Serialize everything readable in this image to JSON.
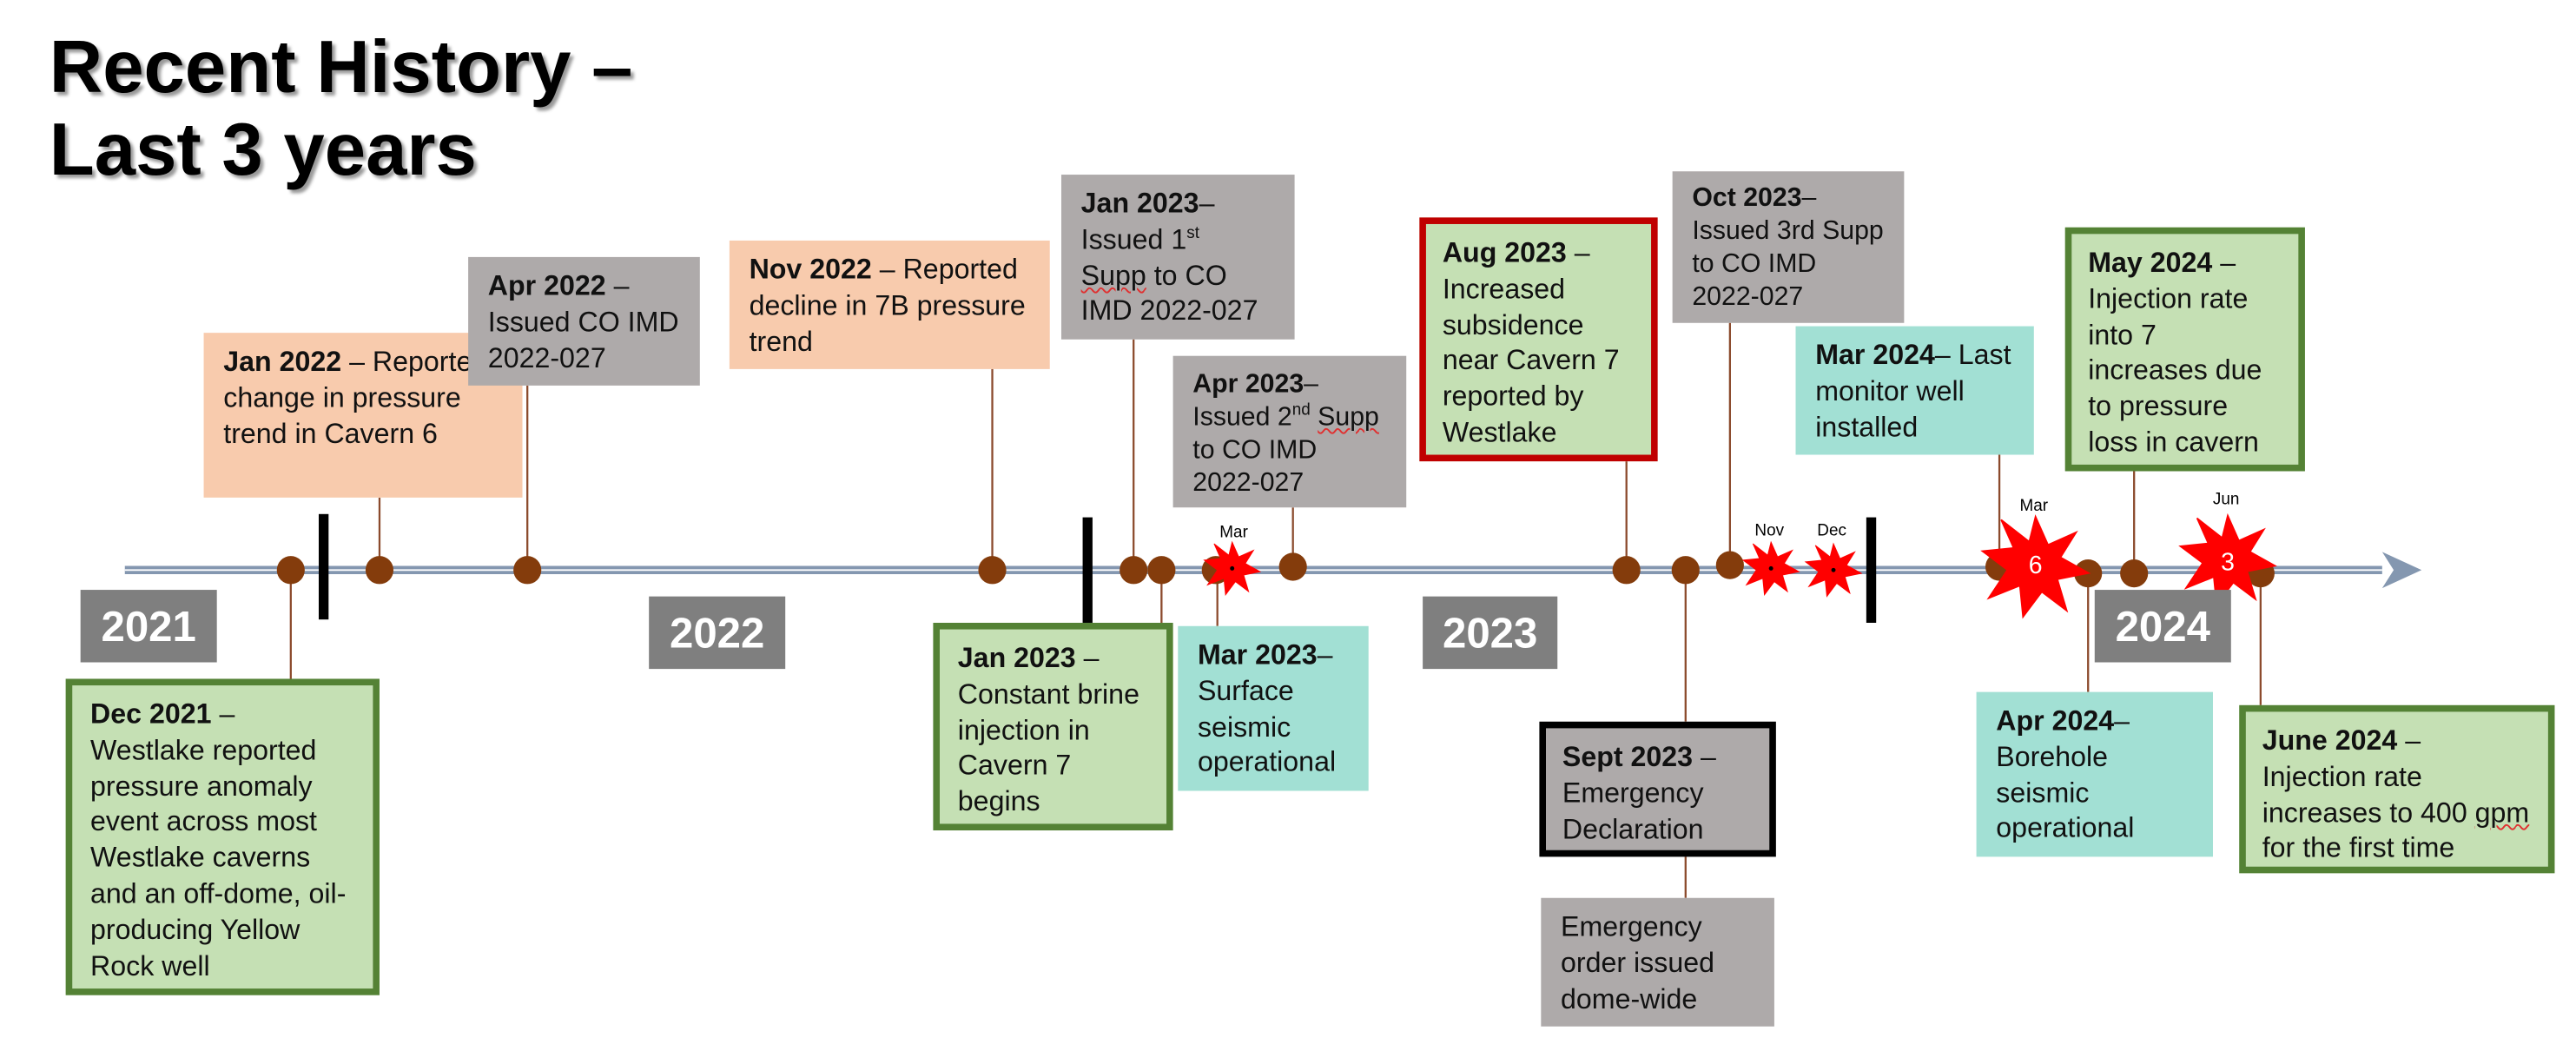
{
  "title": {
    "line1": "Recent History –",
    "line2": "Last 3 years"
  },
  "years": [
    "2021",
    "2022",
    "2023",
    "2024"
  ],
  "months": {
    "mar_2023": "Mar",
    "nov_2023": "Nov",
    "dec_2023": "Dec",
    "mar_2024": "Mar",
    "jun_2024": "Jun"
  },
  "events": {
    "jan2022": {
      "date": "Jan 2022",
      "text": "Reported change in pressure trend in Cavern 6"
    },
    "apr2022": {
      "date": "Apr 2022",
      "text": "Issued CO IMD 2022-027"
    },
    "nov2022": {
      "date": "Nov 2022",
      "text": "Reported decline in 7B pressure trend"
    },
    "jan2023_top": {
      "date": "Jan 2023",
      "pre": "Issued 1",
      "sup": "st",
      "line2": "Supp",
      "text": "to CO IMD 2022-027"
    },
    "apr2023": {
      "date": "Apr 2023",
      "pre": "Issued 2",
      "sup": "nd",
      "line2": "Supp",
      "text": "to CO IMD 2022-027"
    },
    "aug2023": {
      "date": "Aug 2023",
      "text": "Increased subsidence near Cavern 7 reported by Westlake"
    },
    "oct2023": {
      "date": "Oct 2023",
      "text": "Issued 3rd Supp to CO IMD 2022-027"
    },
    "mar2024": {
      "date": "Mar 2024",
      "text": "Last monitor well installed"
    },
    "may2024": {
      "date": "May 2024",
      "text": "Injection rate into 7 increases due to pressure loss in cavern"
    },
    "dec2021": {
      "date": "Dec 2021",
      "text": "Westlake reported pressure anomaly event across most Westlake caverns and an off-dome, oil-producing Yellow Rock well"
    },
    "jan2023_bottom": {
      "date": "Jan 2023",
      "text": "Constant brine injection in Cavern 7 begins"
    },
    "mar2023": {
      "date": "Mar 2023",
      "text": "Surface seismic operational"
    },
    "sept2023": {
      "date": "Sept 2023",
      "text": "Emergency Declaration"
    },
    "emergency_order": {
      "text": "Emergency order issued dome-wide"
    },
    "apr2024": {
      "date": "Apr 2024",
      "text": "Borehole seismic operational"
    },
    "jun2024": {
      "pre": "Injection rate increases to 400",
      "u": "gpm",
      "post": "for the first time",
      "date": "June 2024"
    }
  },
  "seismic_counts": {
    "mar_2024": "6",
    "jun_2024": "3"
  },
  "colors": {
    "timeline": "#8497b0",
    "milestone": "#843c0c",
    "burst": "#ff0000",
    "orange_box": "#f8cbad",
    "gray_box": "#aeaaaa",
    "green_box": "#c5e0b4",
    "teal_box": "#a2e0d4",
    "green_border": "#548235",
    "red_border": "#c00000"
  }
}
